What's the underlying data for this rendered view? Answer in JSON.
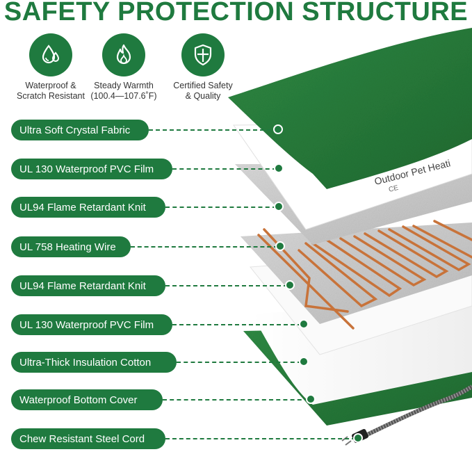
{
  "title": "SAFETY PROTECTION STRUCTURE",
  "features": [
    {
      "icon": "water-drop-icon",
      "text": "Waterproof &\nScratch Resistant"
    },
    {
      "icon": "flame-icon",
      "text": "Steady Warmth\n(100.4—107.6˚F)"
    },
    {
      "icon": "shield-icon",
      "text": "Certified Safety\n& Quality"
    }
  ],
  "layers": [
    {
      "label": "Ultra Soft Crystal Fabric"
    },
    {
      "label": "UL 130 Waterproof PVC Film"
    },
    {
      "label": "UL94 Flame Retardant Knit"
    },
    {
      "label": "UL 758 Heating Wire"
    },
    {
      "label": "UL94 Flame Retardant Knit"
    },
    {
      "label": "UL 130 Waterproof PVC Film"
    },
    {
      "label": "Ultra-Thick Insulation Cotton"
    },
    {
      "label": "Waterproof Bottom Cover"
    },
    {
      "label": "Chew Resistant Steel Cord"
    }
  ],
  "product_label": "Outdoor Pet Heati",
  "product_mark": "CE",
  "colors": {
    "accent": "#1f7a3f",
    "fabric": "#2a7a3a",
    "copper": "#c8733a"
  }
}
